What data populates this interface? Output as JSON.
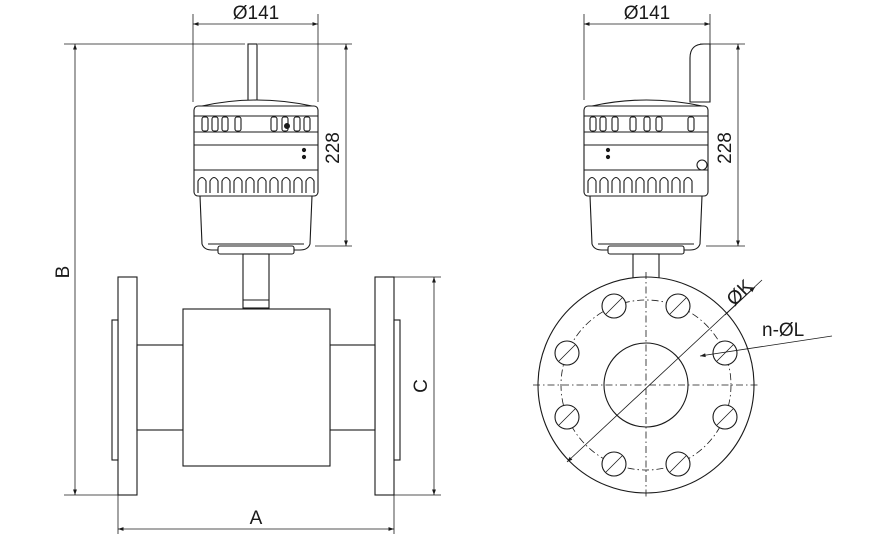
{
  "drawing": {
    "front_view": {
      "top_diameter": "Ø141",
      "head_height": "228",
      "total_height_label": "B",
      "face_to_face_label": "A",
      "flange_outer_label": "C"
    },
    "side_view": {
      "top_diameter": "Ø141",
      "head_height": "228",
      "bolt_circle_label": "ØK",
      "bolt_holes_label": "n-ØL"
    }
  }
}
